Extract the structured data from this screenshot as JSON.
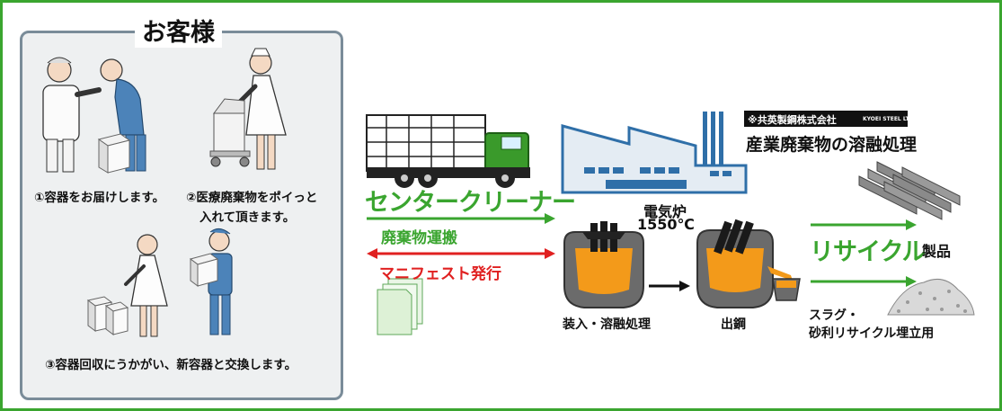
{
  "panel": {
    "title": "お客様",
    "step1": "①容器をお届けします。",
    "step2_line1": "②医療廃棄物をポイっと",
    "step2_line2": "入れて頂きます。",
    "step3": "③容器回収にうかがい、新容器と交換します。"
  },
  "flow": {
    "center_cleaner": "センタークリーナー",
    "waste_transport": "廃棄物運搬",
    "manifest": "マニフェスト発行",
    "company": "※共英製鋼株式会社",
    "company_en": "KYOEI STEEL LTD",
    "process_title": "産業廃棄物の溶融処理",
    "furnace_label": "電気炉",
    "furnace_temp": "1550℃",
    "charge_melt": "装入・溶融処理",
    "tapping": "出鋼",
    "recycle": "リサイクル",
    "products": "製品",
    "slag_line1": "スラグ・",
    "slag_line2": "砂利リサイクル埋立用"
  },
  "colors": {
    "border_green": "#3aa52f",
    "arrow_green": "#3aa52f",
    "arrow_red": "#e02020",
    "truck_green": "#3a9a2b",
    "factory_blue": "#2f6fa8",
    "molten_orange": "#f39a1a"
  }
}
